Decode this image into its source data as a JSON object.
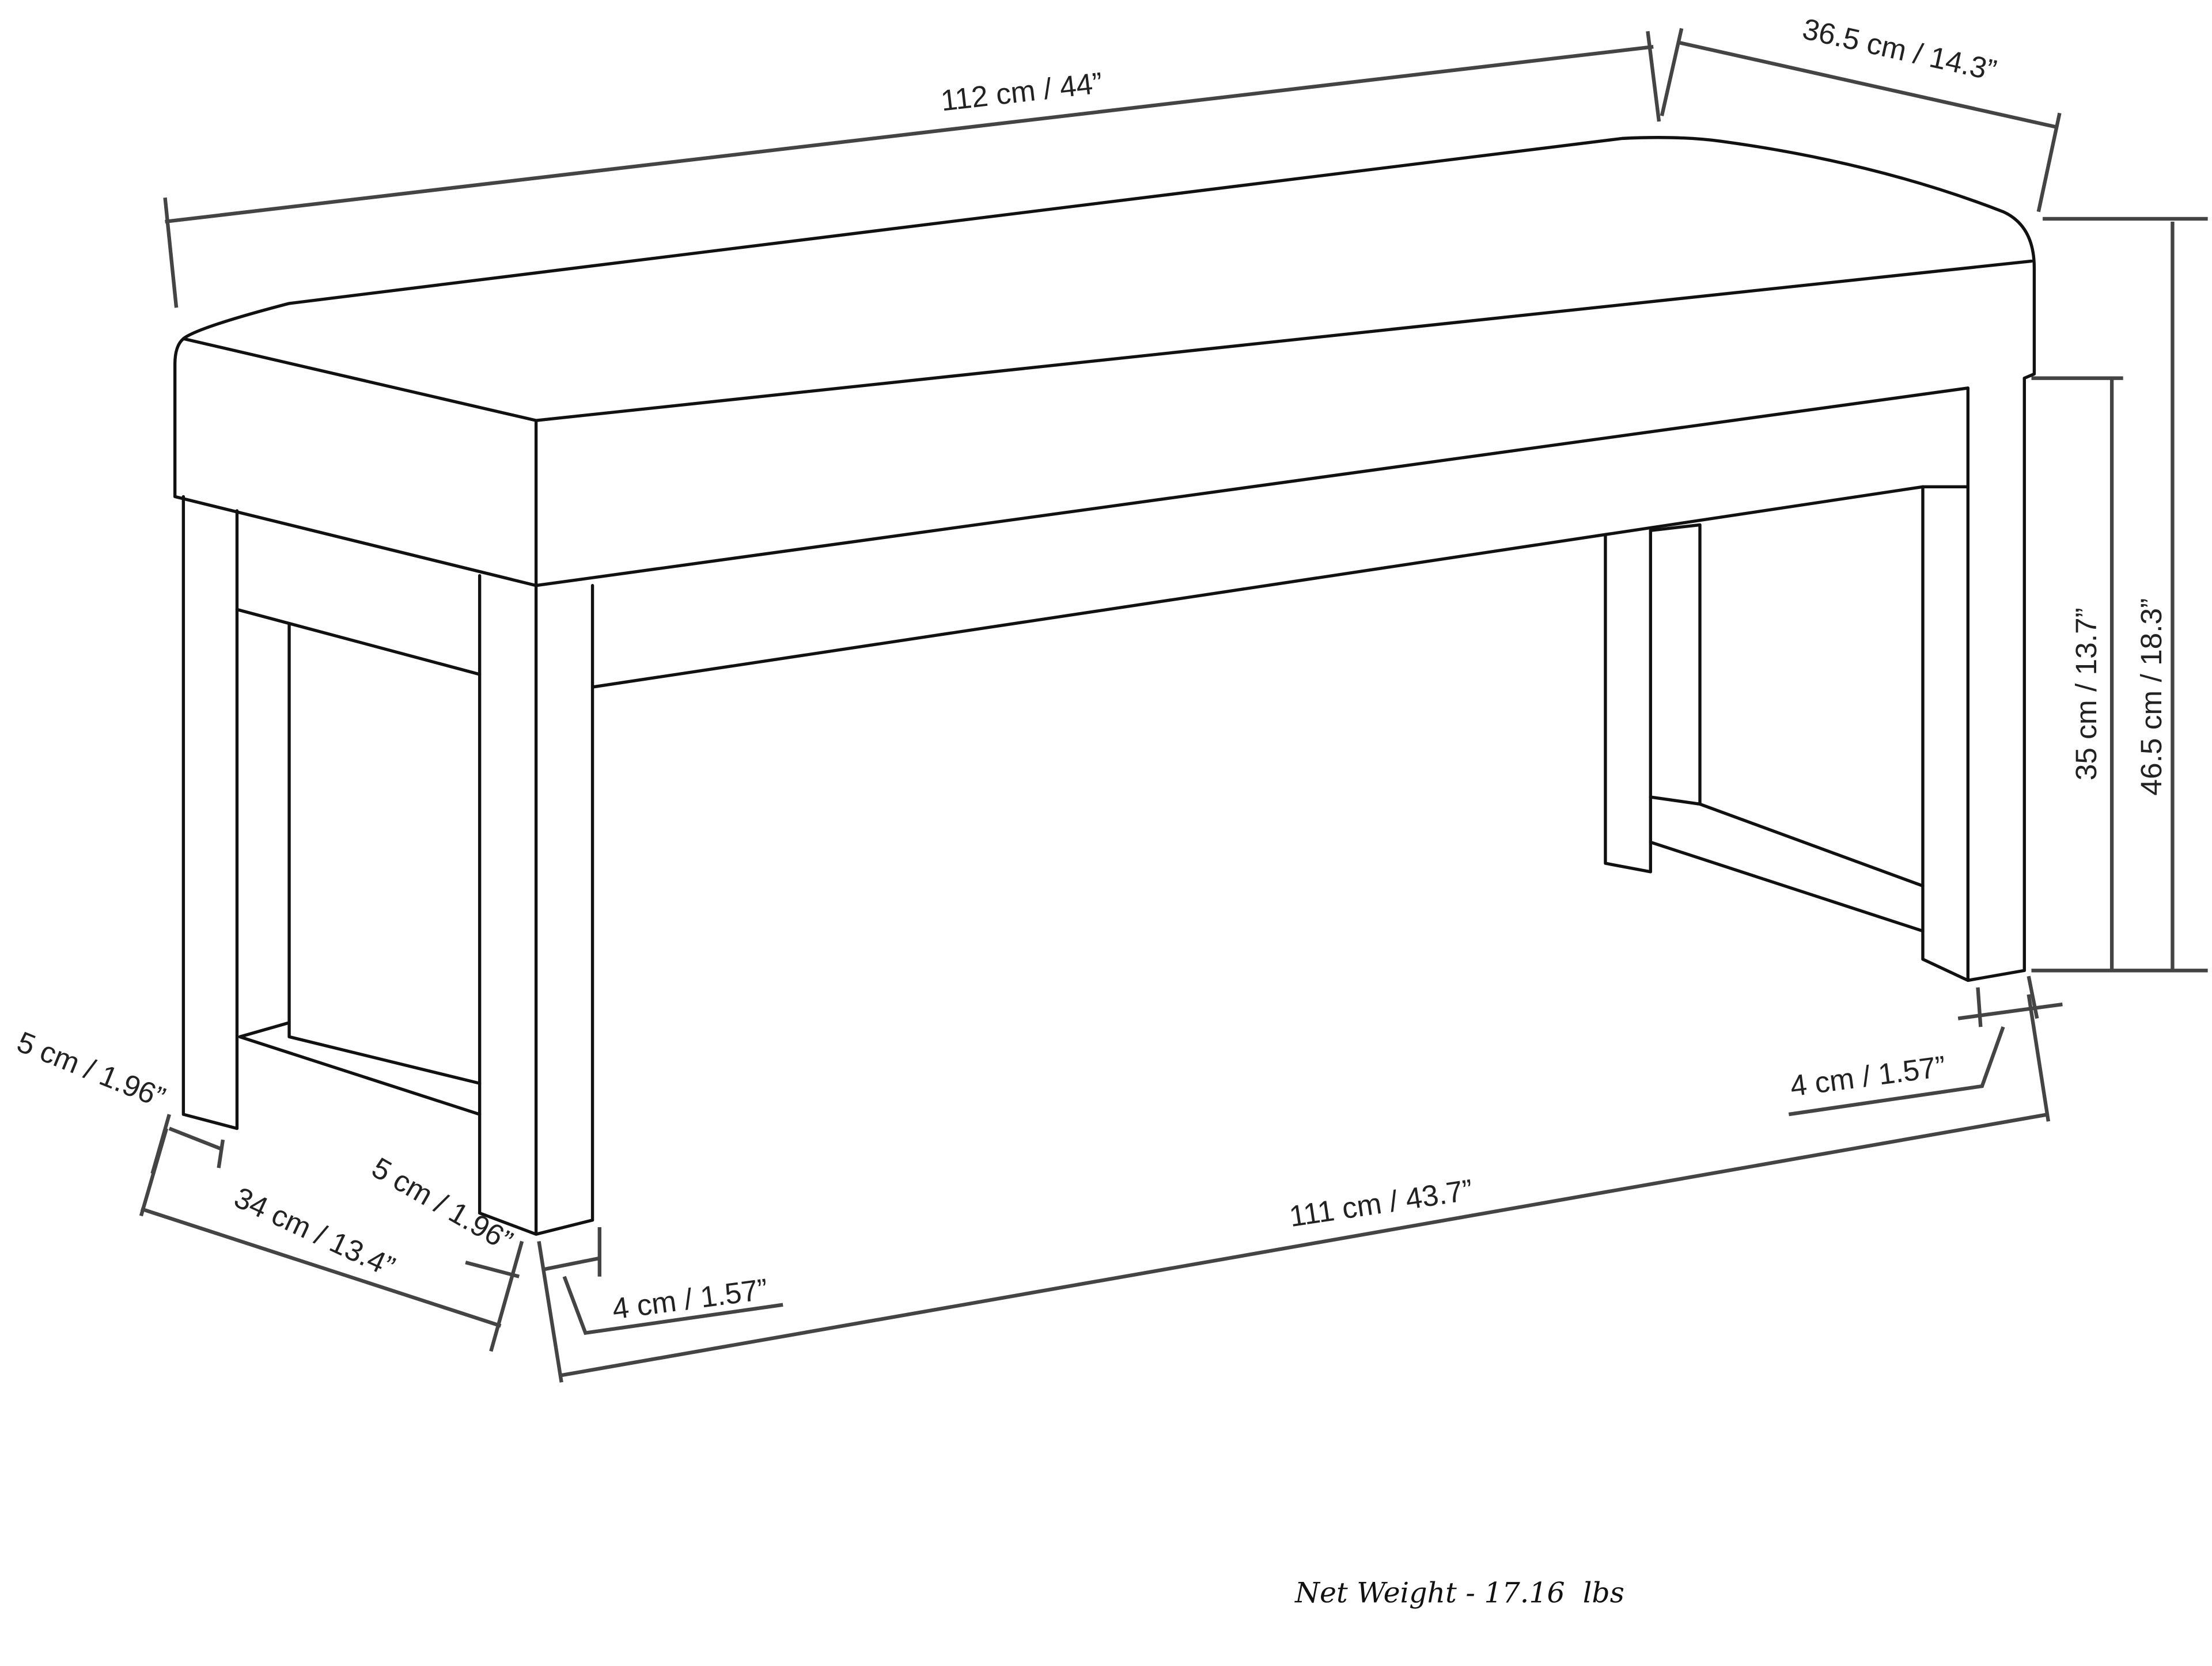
{
  "dimensions": {
    "overall_length": "112 cm / 44”",
    "overall_depth": "36.5 cm / 14.3”",
    "overall_height": "46.5 cm / 18.3”",
    "leg_clearance_height": "35 cm / 13.7”",
    "right_leg_width": "4 cm / 1.57”",
    "leg_span_length": "111 cm / 43.7”",
    "back_leg_depth": "5 cm / 1.96”",
    "leg_span_depth": "34 cm / 13.4”",
    "front_leg_depth": "5 cm / 1.96”",
    "front_leg_width": "4 cm / 1.57”"
  },
  "net_weight": "Net Weight - 17.16  lbs",
  "colors": {
    "line": "#111111",
    "dimension_line": "#444444",
    "background": "#ffffff"
  }
}
